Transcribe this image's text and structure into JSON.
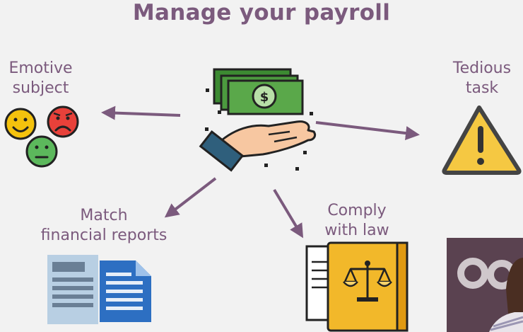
{
  "title": "Manage your payroll",
  "labels": {
    "emotive": [
      "Emotive",
      "subject"
    ],
    "tedious": [
      "Tedious",
      "task"
    ],
    "match": [
      "Match",
      "financial reports"
    ],
    "comply": [
      "Comply",
      "with law"
    ]
  },
  "colors": {
    "accent": "#7b5a7d",
    "money_green": "#4c9a3f",
    "warning_yellow": "#f5c842",
    "book_yellow": "#f2b82a",
    "document_blue": "#2d6fc2"
  },
  "icons": {
    "center": "money-hand-icon",
    "emotive": "emoji-faces-icon",
    "tedious": "warning-triangle-icon",
    "match": "documents-icon",
    "comply": "law-book-icon"
  }
}
